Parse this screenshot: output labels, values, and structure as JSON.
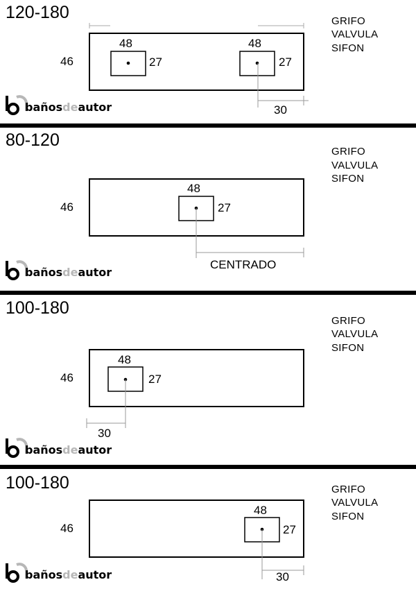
{
  "brand": {
    "name_part1": "baños",
    "name_part2": "de",
    "name_part3": "autor",
    "accent_color": "#b7b7b7",
    "logo_icon": "ba-monogram-icon"
  },
  "panels": [
    {
      "range": "120-180",
      "specs": [
        "GRIFO",
        "VALVULA",
        "SIFON"
      ],
      "depth": "46",
      "sinks": [
        {
          "width": "48",
          "height": "27"
        },
        {
          "width": "48",
          "height": "27"
        }
      ],
      "offset_label": "30"
    },
    {
      "range": "80-120",
      "specs": [
        "GRIFO",
        "VALVULA",
        "SIFON"
      ],
      "depth": "46",
      "sinks": [
        {
          "width": "48",
          "height": "27"
        }
      ],
      "offset_label": "CENTRADO"
    },
    {
      "range": "100-180",
      "specs": [
        "GRIFO",
        "VALVULA",
        "SIFON"
      ],
      "depth": "46",
      "sinks": [
        {
          "width": "48",
          "height": "27"
        }
      ],
      "offset_label": "30"
    },
    {
      "range": "100-180",
      "specs": [
        "GRIFO",
        "VALVULA",
        "SIFON"
      ],
      "depth": "46",
      "sinks": [
        {
          "width": "48",
          "height": "27"
        }
      ],
      "offset_label": "30"
    }
  ]
}
